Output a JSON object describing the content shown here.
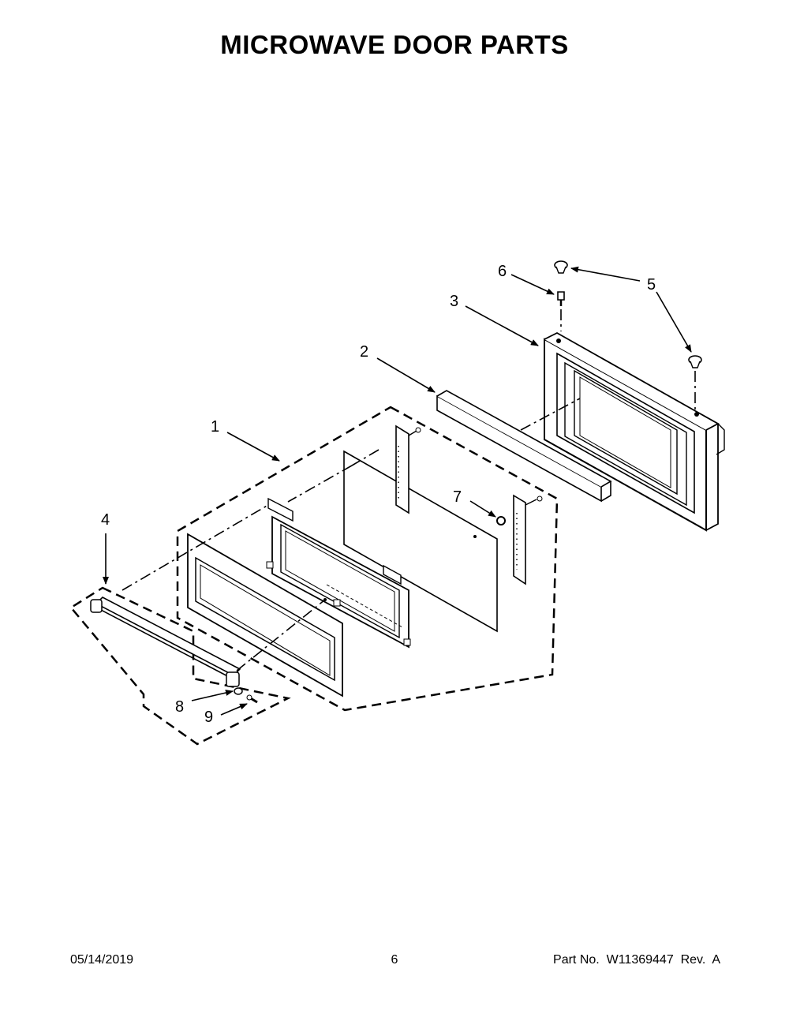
{
  "title": "MICROWAVE DOOR PARTS",
  "callouts": [
    {
      "id": "callout-1",
      "label": "1"
    },
    {
      "id": "callout-2",
      "label": "2"
    },
    {
      "id": "callout-3",
      "label": "3"
    },
    {
      "id": "callout-4",
      "label": "4"
    },
    {
      "id": "callout-5",
      "label": "5"
    },
    {
      "id": "callout-6",
      "label": "6"
    },
    {
      "id": "callout-7",
      "label": "7"
    },
    {
      "id": "callout-8",
      "label": "8"
    },
    {
      "id": "callout-9",
      "label": "9"
    }
  ],
  "footer": {
    "date": "05/14/2019",
    "page": "6",
    "part_no": "Part No.  W11369447  Rev.  A"
  },
  "colors": {
    "ink": "#000000",
    "paper": "#ffffff"
  }
}
